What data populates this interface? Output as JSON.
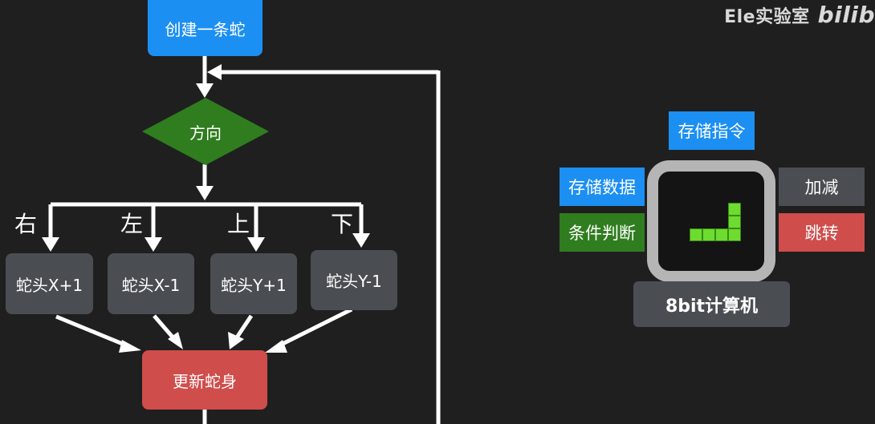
{
  "watermark": {
    "text": "Ele实验室",
    "logo": "bilib"
  },
  "flowchart": {
    "start": "创建一条蛇",
    "decision": "方向",
    "directions": [
      "右",
      "左",
      "上",
      "下"
    ],
    "actions": [
      "蛇头X+1",
      "蛇头X-1",
      "蛇头Y+1",
      "蛇头Y-1"
    ],
    "update": "更新蛇身"
  },
  "computer": {
    "top": "存储指令",
    "left_top": "存储数据",
    "left_bottom": "条件判断",
    "right_top": "加减",
    "right_bottom": "跳转",
    "label": "8bit计算机"
  },
  "colors": {
    "blue": "#1c8ff2",
    "gray": "#4a4d52",
    "red": "#cf4d4b",
    "green": "#2f7d1f",
    "pixel": "#6ddc2e"
  }
}
